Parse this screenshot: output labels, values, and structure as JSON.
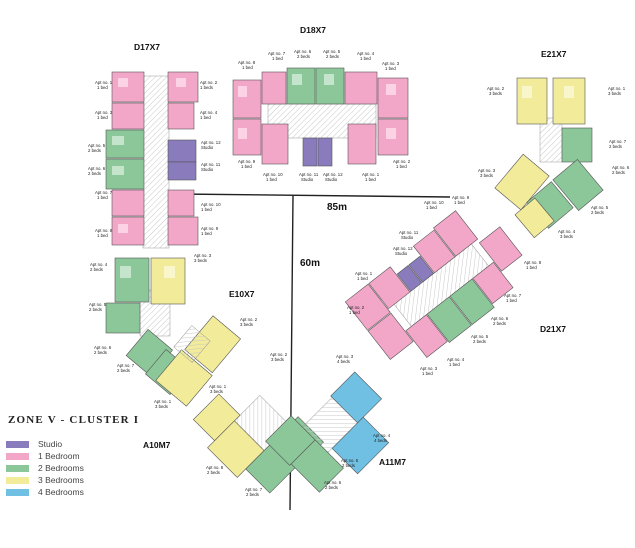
{
  "zone_title": "ZONE V - CLUSTER I",
  "distances": [
    "85m",
    "60m"
  ],
  "legend": [
    {
      "label": "Studio",
      "color": "#8a7bbd"
    },
    {
      "label": "1 Bedroom",
      "color": "#f2a6c8"
    },
    {
      "label": "2 Bedrooms",
      "color": "#8cc79a"
    },
    {
      "label": "3 Bedrooms",
      "color": "#f2ec9a"
    },
    {
      "label": "4 Bedrooms",
      "color": "#6fc0e3"
    }
  ],
  "colors": {
    "core": "#e2e2e2",
    "line": "#333333"
  },
  "blocks": [
    {
      "name": "D17X7",
      "apartments": [
        {
          "no": "Apt no. 1",
          "type": "1 bed"
        },
        {
          "no": "Apt no. 2",
          "type": "1 beds"
        },
        {
          "no": "Apt no. 3",
          "type": "1 bed"
        },
        {
          "no": "Apt no. 4",
          "type": "1 bed"
        },
        {
          "no": "Apt no. 5",
          "type": "2 beds"
        },
        {
          "no": "Apt no. 6",
          "type": "2 beds"
        },
        {
          "no": "Apt no. 7",
          "type": "1 bed"
        },
        {
          "no": "Apt no. 8",
          "type": "1 bed"
        },
        {
          "no": "Apt no. 9",
          "type": "1 bed"
        },
        {
          "no": "Apt no. 10",
          "type": "1 bed"
        },
        {
          "no": "Apt no. 11",
          "type": "Studio"
        },
        {
          "no": "Apt no. 12",
          "type": "Studio"
        }
      ]
    },
    {
      "name": "D18X7",
      "apartments": [
        {
          "no": "Apt no. 8",
          "type": "1 bed"
        },
        {
          "no": "Apt no. 7",
          "type": "1 bed"
        },
        {
          "no": "Apt no. 6",
          "type": "2 beds"
        },
        {
          "no": "Apt no. 5",
          "type": "2 beds"
        },
        {
          "no": "Apt no. 4",
          "type": "1 bed"
        },
        {
          "no": "Apt no. 3",
          "type": "1 bed"
        },
        {
          "no": "Apt no. 9",
          "type": "1 bed"
        },
        {
          "no": "Apt no. 10",
          "type": "1 bed"
        },
        {
          "no": "Apt no. 11",
          "type": "Studio"
        },
        {
          "no": "Apt no. 12",
          "type": "Studio"
        },
        {
          "no": "Apt no. 1",
          "type": "1 bed"
        },
        {
          "no": "Apt no. 2",
          "type": "1 bed"
        }
      ]
    },
    {
      "name": "E21X7",
      "apartments": [
        {
          "no": "Apt no. 2",
          "type": "3 beds"
        },
        {
          "no": "Apt no. 1",
          "type": "3 beds"
        },
        {
          "no": "Apt no. 7",
          "type": "2 beds"
        },
        {
          "no": "Apt no. 6",
          "type": "2 beds"
        },
        {
          "no": "Apt no. 3",
          "type": "3 beds"
        },
        {
          "no": "Apt no. 5",
          "type": "2 beds"
        },
        {
          "no": "Apt no. 4",
          "type": "3 beds"
        }
      ]
    },
    {
      "name": "D21X7",
      "apartments": [
        {
          "no": "Apt no. 9",
          "type": "1 bed"
        },
        {
          "no": "Apt no. 10",
          "type": "1 bed"
        },
        {
          "no": "Apt no. 11",
          "type": "Studio"
        },
        {
          "no": "Apt no. 12",
          "type": "Studio"
        },
        {
          "no": "Apt no. 8",
          "type": "1 bed"
        },
        {
          "no": "Apt no. 1",
          "type": "1 bed"
        },
        {
          "no": "Apt no. 2",
          "type": "1 bed"
        },
        {
          "no": "Apt no. 7",
          "type": "1 bed"
        },
        {
          "no": "Apt no. 6",
          "type": "2 beds"
        },
        {
          "no": "Apt no. 5",
          "type": "2 beds"
        },
        {
          "no": "Apt no. 4",
          "type": "1 bed"
        },
        {
          "no": "Apt no. 3",
          "type": "1 bed"
        }
      ]
    },
    {
      "name": "E10X7",
      "apartments": [
        {
          "no": "Apt no. 4",
          "type": "2 beds"
        },
        {
          "no": "Apt no. 3",
          "type": "3 beds"
        },
        {
          "no": "Apt no. 5",
          "type": "2 beds"
        },
        {
          "no": "Apt no. 2",
          "type": "3 beds"
        },
        {
          "no": "Apt no. 6",
          "type": "2 beds"
        },
        {
          "no": "Apt no. 7",
          "type": "2 beds"
        },
        {
          "no": "Apt no. 1",
          "type": "3 beds"
        }
      ]
    },
    {
      "name": "A10M7",
      "apartments": [
        {
          "no": "Apt no. 2",
          "type": "3 beds"
        },
        {
          "no": "Apt no. 1",
          "type": "3 beds"
        },
        {
          "no": "Apt no. 8",
          "type": "2 beds"
        },
        {
          "no": "Apt no. 7",
          "type": "2 beds"
        }
      ]
    },
    {
      "name": "A11M7",
      "apartments": [
        {
          "no": "Apt no. 3",
          "type": "4 beds"
        },
        {
          "no": "Apt no. 4",
          "type": "4 beds"
        },
        {
          "no": "Apt no. 5",
          "type": "2 beds"
        },
        {
          "no": "Apt no. 6",
          "type": "2 beds"
        }
      ]
    }
  ]
}
